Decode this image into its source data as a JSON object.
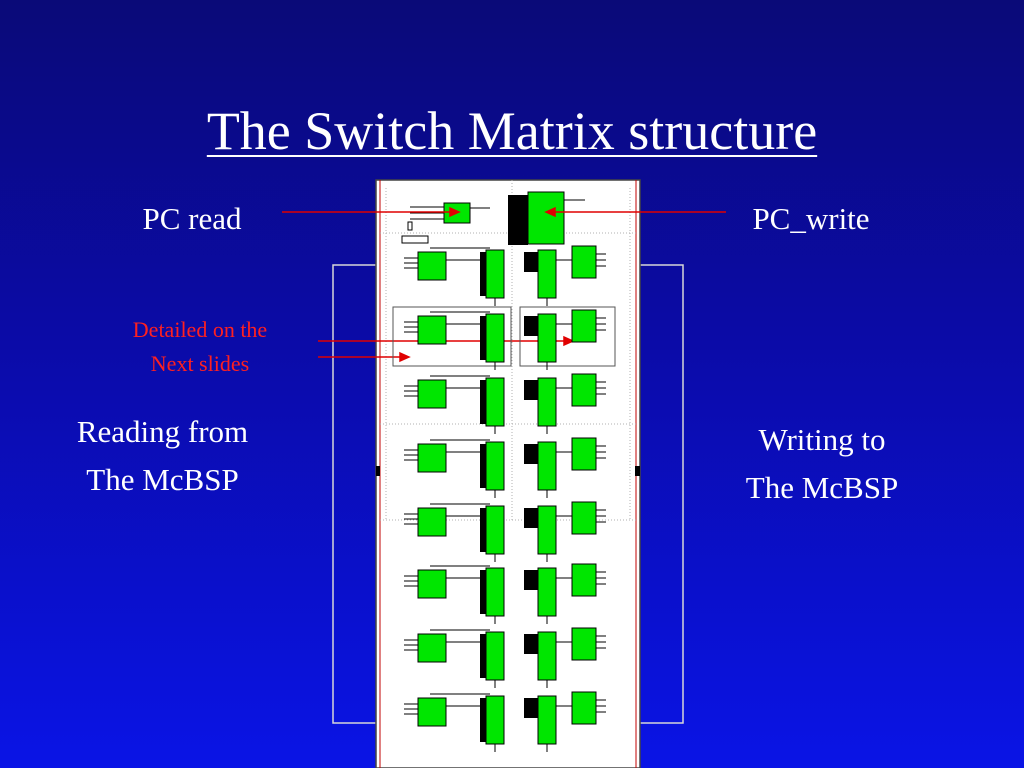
{
  "slide": {
    "title": "The Switch Matrix structure",
    "labels": {
      "pc_read": "PC read",
      "pc_write": "PC_write",
      "reading_line1": "Reading from",
      "reading_line2": "The McBSP",
      "writing_line1": "Writing to",
      "writing_line2": "The McBSP"
    },
    "note": {
      "line1": "Detailed on the",
      "line2": "Next  slides"
    }
  },
  "colors": {
    "background_top": "#0a0a78",
    "background_bottom": "#0a14e6",
    "block_green": "#00e600",
    "arrow_red": "#e00000",
    "text": "#ffffff",
    "note_text": "#ff2020"
  }
}
